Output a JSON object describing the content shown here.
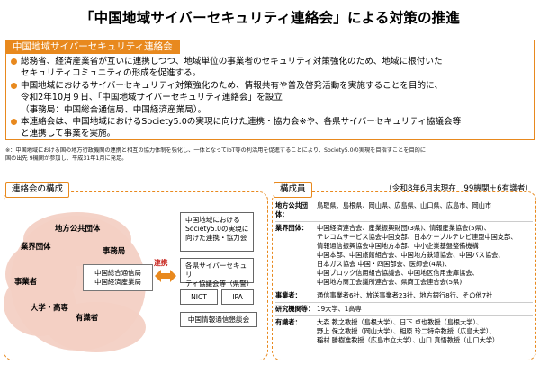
{
  "title": "「中国地域サイバーセキュリティ連絡会」による対策の推進",
  "main_section": {
    "label": "中国地域サイバーセキュリティ連絡会",
    "bullets": [
      {
        "lines": [
          "総務省、経済産業省が互いに連携しつつ、地域単位の事業者のセキュリティ対策強化のため、地域に根付いた",
          "セキュリティコミュニティの形成を促進する。"
        ]
      },
      {
        "lines": [
          "中国地域におけるサイバーセキュリティ対策強化のため、情報共有や普及啓発活動を実施することを目的に、",
          "令和2年10月９日、「中国地域サイバーセキュリティ連絡会」を設立",
          "（事務局：中国総合通信局、中国経済産業局）。"
        ]
      },
      {
        "lines": [
          "本連絡会は、中国地域におけるSociety5.0の実現に向けた連携・協力会※や、各県サイバーセキュリティ協議会等",
          "と連携して事業を実施。"
        ]
      }
    ]
  },
  "footnote": {
    "lines": [
      "※：中国地域における国の地方行政機関の連携と相互の協力体制を強化し、一体となってIoT等の利活用を促進することにより、Society5.0の実現を目指すことを目的に",
      "国の出先 9機関が参加し、平成31年1月に発足。"
    ]
  },
  "left_panel": {
    "tag": "連絡会の構成",
    "cluster": {
      "local_gov": "地方公共団体",
      "industry": "業界団体",
      "secretariat": "事務局",
      "business": "事業者",
      "university": "大学・高専",
      "experts": "有識者"
    },
    "center_box": [
      "中国総合通信局",
      "中国経済産業局"
    ],
    "renkei": "連携",
    "partners": {
      "org": [
        "中国地域における",
        "Society5.0の実現に",
        "向けた連携・協力会"
      ],
      "assoc": [
        "各県サイバーセキュリ",
        "ティ協議会等（県警）"
      ],
      "nict": "NICT",
      "ipa": "IPA",
      "chugoku": "中国情報通信懇談会"
    }
  },
  "right_panel": {
    "tag": "構成員",
    "as_of": "（令和8年6月末現在　99機関＋6有識者）",
    "rows": [
      {
        "key": "地方公共団体：",
        "lines": [
          "鳥取県、島根県、岡山県、広島県、山口県、広島市、岡山市"
        ]
      },
      {
        "key": "業界団体：",
        "lines": [
          "中国経済連合会、産業振興財団(3県)、情報産業協会(5県)、",
          "テレコムサービス協会中国支部、日本ケーブルテレビ連盟中国支部、",
          "情報通信振興協会中国地方本部、中小企業基盤整備機構",
          "中国本部、中国旅館組合会、中国地方鉄道協会、中国バス協会、",
          "日本ガス協会 中国・四国部会、医師会(4県)、",
          "中国ブロック信用組合協議会、中国地区信用金庫協会、",
          "中国地方商工会議所連合会、県商工会連合会(5県)"
        ]
      },
      {
        "key": "事業者：",
        "lines": [
          "通信事業者6社、放送事業者23社、地方銀行8行、その他7社"
        ]
      },
      {
        "key": "研究機関等：",
        "lines": [
          "19大学、1高専"
        ]
      },
      {
        "key": "有識者：",
        "lines": [
          "大森 教之教授（島根大学）、日下 卓也教授（島根大学）、",
          "野上 保之教授（岡山大学）、相原 玲二特命教授（広島大学）、",
          "稲村 勝樹准教授（広島市立大学）、山口 真悟教授（山口大学）"
        ]
      }
    ]
  },
  "colors": {
    "accent": "#e8891e",
    "blob": "#f3d0c4",
    "renkei_red": "#c8261f"
  }
}
